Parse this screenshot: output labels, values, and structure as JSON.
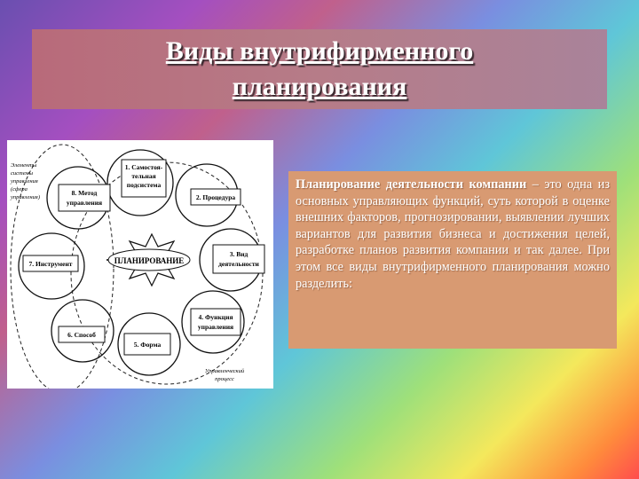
{
  "slide": {
    "title_line1": "Виды внутрифирменного",
    "title_line2": "планирования"
  },
  "diagram": {
    "center_label": "ПЛАНИРОВАНИЕ",
    "items": [
      {
        "line1": "1. Самостоя-",
        "line2": "тельная",
        "line3": "подсистема"
      },
      {
        "line1": "2. Процедура"
      },
      {
        "line1": "3. Вид",
        "line2": "деятельности"
      },
      {
        "line1": "4. Функция",
        "line2": "управления"
      },
      {
        "line1": "5. Форма"
      },
      {
        "line1": "6. Способ"
      },
      {
        "line1": "7. Инструмент"
      },
      {
        "line1": "8. Метод",
        "line2": "управления"
      }
    ],
    "left_note": [
      "Элементы",
      "системы",
      "управления",
      "(сфера",
      "управления)"
    ],
    "bottom_note": [
      "Управленческий",
      "процесс"
    ]
  },
  "text_block": {
    "lead": "Планирование деятельности компании",
    "rest": " – это одна из основных управляющих функций, суть которой в оценке внешних факторов, прогнозировании, выявлении лучших вариантов для развития бизнеса и достижения целей, разработке планов развития компании и так далее. При этом все виды внутрифирменного планирования можно разделить:"
  },
  "colors": {
    "title_bg": "#b67c88",
    "text_box_bg": "#d89a72",
    "text": "#ffffff"
  }
}
